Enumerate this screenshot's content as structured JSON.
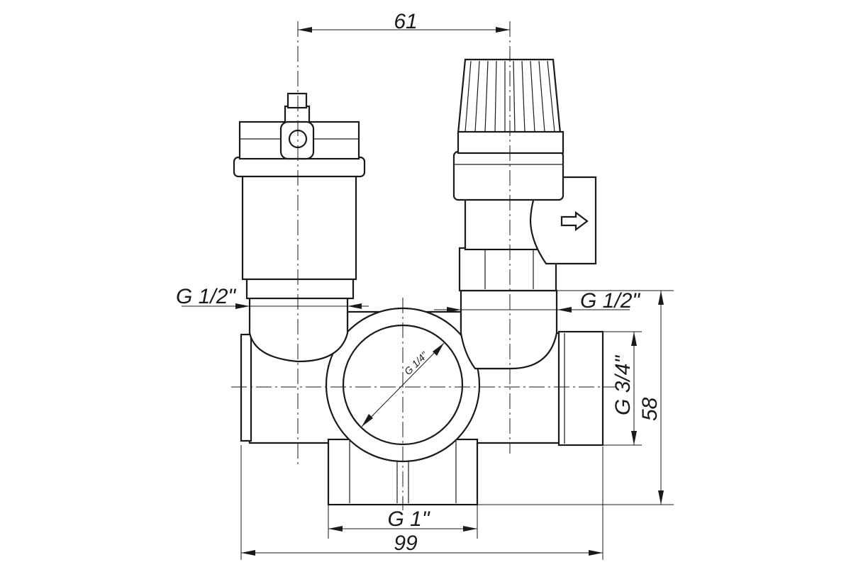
{
  "dimensions": {
    "top_center_distance": "61",
    "left_port_thread": "G 1/2\"",
    "right_port_thread": "G 1/2\"",
    "side_port_thread": "G 3/4\"",
    "height": "58",
    "bottom_port_thread": "G 1\"",
    "overall_width": "99",
    "center_port_thread": "G 1/4\""
  }
}
